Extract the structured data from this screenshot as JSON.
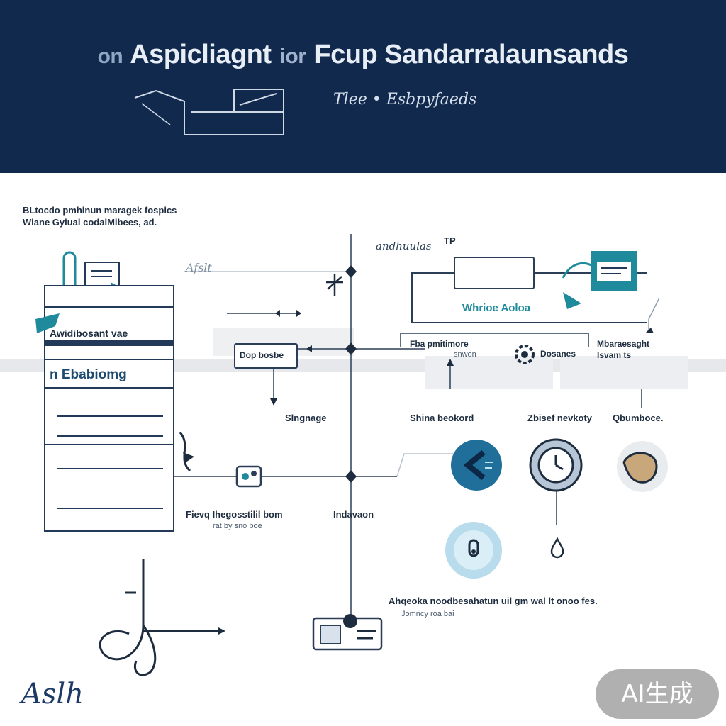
{
  "header": {
    "prefix": "on",
    "title_a": "Aspicliagnt",
    "connector": "ior",
    "title_b": "Fcup Sandarralaunsands",
    "script_text": "Tlee • Esbpyfaeds"
  },
  "intro": {
    "line1": "BLtocdo pmhinun maragek fospics",
    "line2": "Wiane Gyiual codalMibees, ad."
  },
  "sheet": {
    "label1": "Awidibosant vae",
    "label2": "n Ebabiomg"
  },
  "nodes": {
    "top_scribble": "andhuulas",
    "top_tag": "TP",
    "top_left_script": "Afslt",
    "card_label": "Whrioe Aoloa",
    "box_center": "Dop bosbe",
    "box_mid_title": "Fba pmitimore",
    "box_mid_sub": "snwon",
    "box_right_a": "Dosanes",
    "box_right_b": "Mbaraesaght",
    "box_right_c": "Isvam ts"
  },
  "labels": {
    "slgnage": "Slngnage",
    "shina": "Shina beokord",
    "zbisf": "Zbisef nevkoty",
    "qbumbose": "Qbumboce.",
    "fevg_line1": "Fievq Ihegosstilil bom",
    "fevg_line2": "rat by sno boe",
    "indaven": "Indavaon",
    "bottom_line1": "Ahqeoka noodbesahatun uil gm wal lt onoo fes.",
    "bottom_line2": "Jomncy roa bai"
  },
  "signature": "Aslh",
  "watermark": "AI生成",
  "colors": {
    "header_bg": "#11294c",
    "accent_teal": "#1f8a9c",
    "ink": "#22395a",
    "gray_band": "#e6e8eb"
  },
  "icons": [
    "gear-icon",
    "clock-icon",
    "chat-icon",
    "hand-icon",
    "bell-icon",
    "mail-icon",
    "document-icon"
  ]
}
